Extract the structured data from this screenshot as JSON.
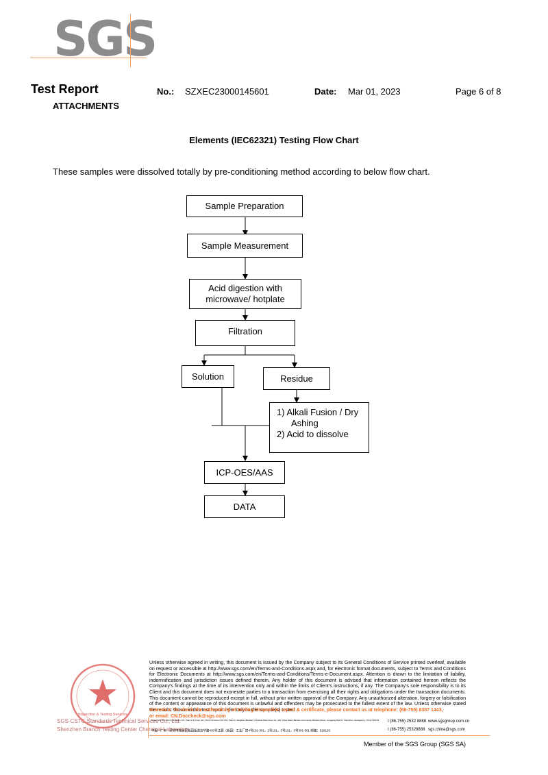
{
  "logo": "SGS",
  "header": {
    "title": "Test Report",
    "section": "ATTACHMENTS",
    "no_label": "No.:",
    "no_value": "SZXEC23000145601",
    "date_label": "Date:",
    "date_value": "Mar 01, 2023",
    "page": "Page 6 of 8"
  },
  "heading": "Elements (IEC62321)  Testing Flow Chart",
  "intro": "These samples were dissolved totally by pre-conditioning method according to below flow chart.",
  "flow": {
    "prep": "Sample Preparation",
    "measure": "Sample Measurement",
    "acid_1": "Acid digestion with",
    "acid_2": "microwave/ hotplate",
    "filtration": "Filtration",
    "solution": "Solution",
    "residue": "Residue",
    "alkali_1": "1) Alkali Fusion / Dry",
    "alkali_2": "Ashing",
    "alkali_3": "2) Acid to dissolve",
    "icp": "ICP-OES/AAS",
    "data": "DATA"
  },
  "footer": {
    "disclaimer": "Unless otherwise agreed in writing, this document is issued by the Company subject to its General Conditions of Service printed overleaf, available on request or accessible at http://www.sgs.com/en/Terms-and-Conditions.aspx and, for electronic format documents, subject to Terms and Conditions for Electronic Documents at http://www.sgs.com/en/Terms-and-Conditions/Terms-e-Document.aspx. Attention is drawn to the limitation of liability, indemnification and jurisdiction issues defined therein. Any holder of this document is advised that information contained hereon reflects the Company's findings at the time of its intervention only and within the limits of Client's instructions, if any. The Company's sole responsibility is to its Client and this document does not exonerate parties to a transaction from exercising all their rights and obligations under the transaction documents. This document cannot be reproduced except in full, without prior written approval of the Company. Any unauthorized alteration, forgery or falsification of the content or appearance of this document is unlawful and offenders may be prosecuted to the fullest extent of the law. Unless otherwise stated the results shown in this test report refer only to the sample(s) tested .",
    "attention_1": "Attention: To check the authenticity of testing /inspection report & certificate, please contact us at telephone: (86-755) 8307 1443,",
    "attention_2": "or email: CN.Doccheck@sgs.com",
    "address_en": "Room 101-301, Plant 4 & Room 101, Plant 2 & Room 101, Plant 3 & Room 301-501, Plant 3, Jiangbao (Bantian) Industrial Plant Area, No. 430, Jihua Road, Bantian Community, Bantian Street, Longgang District, Shenzhen, Guangdong, China 518129",
    "phone_en": "t (86-755) 2532 8888",
    "web_en": "www.sgsgroup.com.cn",
    "address_cn": "中国 · 广东 · 深圳市龙岗区坂田街道吉华路430号江灏（坂田）工业厂房4号101-301，2号101，3号101，3号301-501  邮编：518129",
    "phone_cn": "t (86-755) 25328888",
    "web_cn": "sgs.china@sgs.com",
    "stamp_company": "SGS-CSTC Standards Technical Services Co., Ltd.",
    "stamp_branch": "Shenzhen Branch Testing Center Chemical Laboratory",
    "stamp_seal": "Inspection & Testing Services",
    "member": "Member of the SGS Group (SGS SA)"
  },
  "colors": {
    "logo_gray": "#8c8c8c",
    "accent_orange": "#f0a36b",
    "attention_orange": "#f06a1e",
    "stamp_red": "#d9534f"
  }
}
